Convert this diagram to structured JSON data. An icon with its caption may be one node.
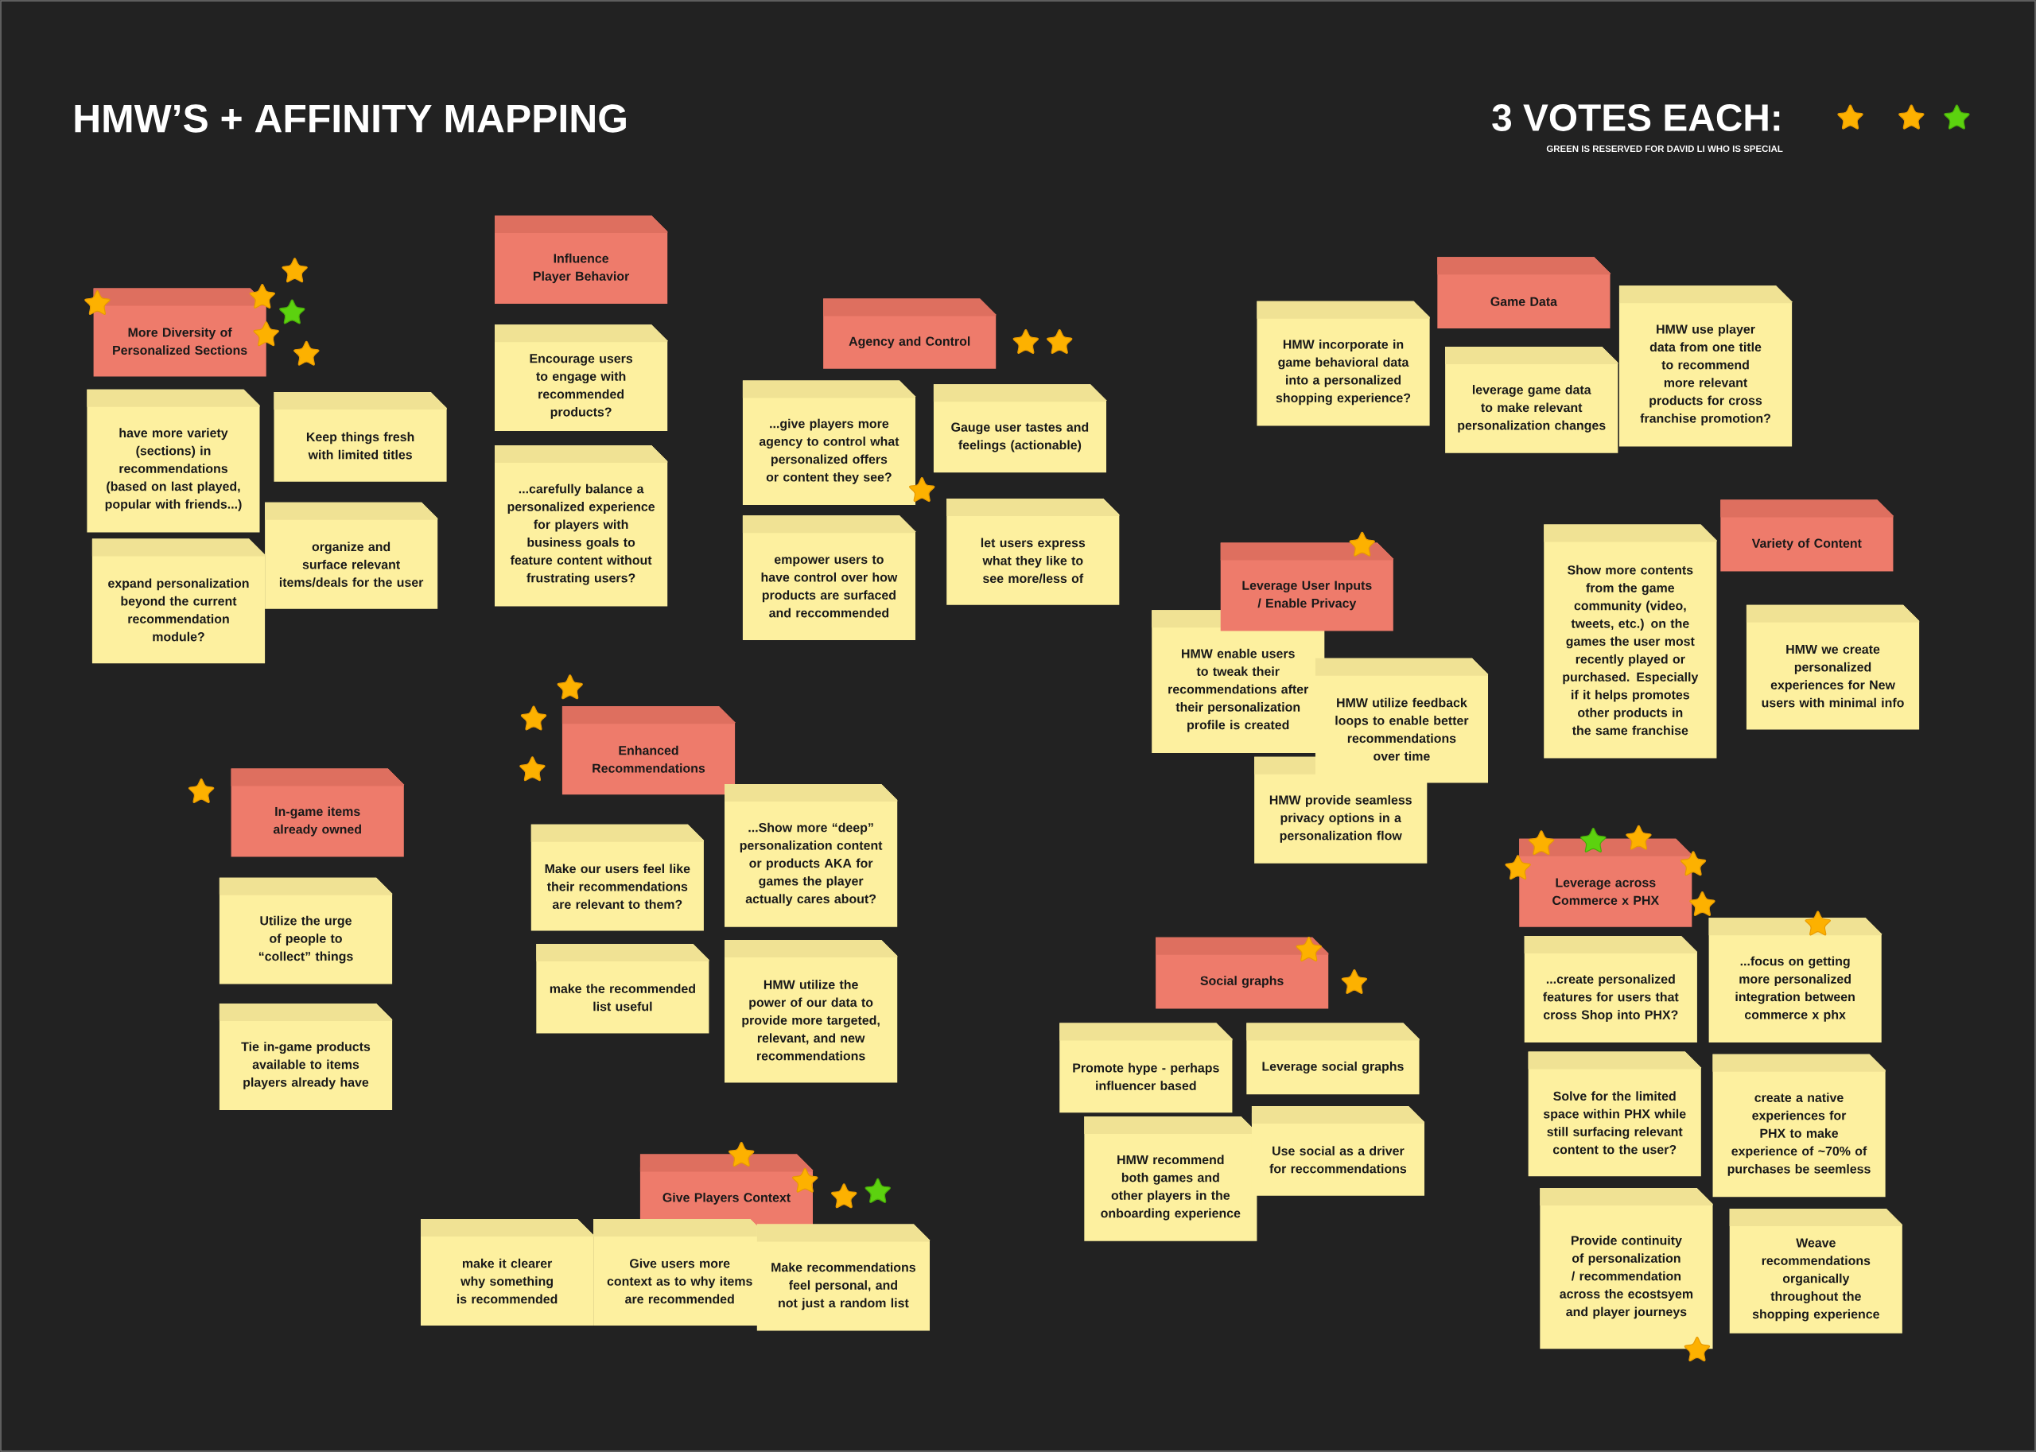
{
  "diagram": {
    "title": "HMW’S + AFFINITY MAPPING",
    "nodes": [
      {
        "text": [
          "More Diversity of Personalized Sections"
        ]
      },
      {
        "text": [
          "have more variety (sections) in recommendations (based on last played, popular with friends...)"
        ]
      },
      {
        "text": [
          "Keep things fresh with limited titles"
        ]
      },
      {
        "text": [
          "expand personalization beyond the current recommendation module?"
        ]
      },
      {
        "text": [
          "organize and surface relevant items/deals for the user"
        ]
      },
      {
        "text": [
          "Influence Player Behavior"
        ]
      },
      {
        "text": [
          "Encourage users to engage with recommended products?"
        ]
      },
      {
        "text": [
          "...carefully balance a personalized experience for players with business goals to feature content without frustrating users?"
        ]
      },
      {
        "text": [
          "Agency and Control"
        ]
      },
      {
        "text": [
          "...give players more agency to control what personalized offers or content they see?"
        ]
      },
      {
        "text": [
          "Gauge user tastes and feelings (actionable)"
        ]
      },
      {
        "text": [
          "empower users to have control over how products are surfaced and reccommended"
        ]
      },
      {
        "text": [
          "let users express what they like to see more/less of"
        ]
      },
      {
        "text": [
          "HMW incorporate in game behavioral data into a personalized shopping experience?"
        ]
      },
      {
        "text": [
          "Game Data"
        ]
      },
      {
        "text": [
          "leverage game data to make relevant personalization changes"
        ]
      },
      {
        "text": [
          "HMW use player data from one title to recommend more relevant products for cross franchise promotion?"
        ]
      },
      {
        "text": [
          "Leverage User Inputs / Enable Privacy"
        ]
      },
      {
        "text": [
          "HMW enable users to tweak their recommendations after their personalization profile is created"
        ]
      },
      {
        "text": [
          "HMW utilize feedback loops to enable better recommendations over time"
        ]
      },
      {
        "text": [
          "HMW provide seamless privacy options in a personalization flow"
        ]
      },
      {
        "text": [
          "Show more contents from the game community (video, tweets, etc.) on the games the user most recently played or purchased. Especially if it helps promotes other products in the same franchise"
        ]
      },
      {
        "text": [
          "Variety of Content"
        ]
      },
      {
        "text": [
          "HMW we create personalized experiences for New users with minimal info"
        ]
      },
      {
        "text": [
          "Enhanced Recommendations"
        ]
      },
      {
        "text": [
          "Make our users feel like their recommendations are relevant to them?"
        ]
      },
      {
        "text": [
          "...Show more “deep” personalization content or products AKA for games the player actually cares about?"
        ]
      },
      {
        "text": [
          "make the recommended list useful"
        ]
      },
      {
        "text": [
          "HMW utilize the power of our data to provide more targeted, relevant, and new recommendations"
        ]
      },
      {
        "text": [
          "In-game items already owned"
        ]
      },
      {
        "text": [
          "Utilize the urge of people to “collect” things"
        ]
      },
      {
        "text": [
          "Tie in-game products available to items players already have"
        ]
      },
      {
        "text": [
          "Social graphs"
        ]
      },
      {
        "text": [
          "Promote hype - perhaps influencer based"
        ]
      },
      {
        "text": [
          "Leverage social graphs"
        ]
      },
      {
        "text": [
          "HMW recommend both games and other players in the onboarding experience"
        ]
      },
      {
        "text": [
          "Use social as a driver for reccommendations"
        ]
      },
      {
        "text": [
          "Leverage across Commerce x PHX"
        ]
      },
      {
        "text": [
          "...create personalized features for users that cross Shop into PHX?"
        ]
      },
      {
        "text": [
          "...focus on getting more personalized integration between commerce x phx"
        ]
      },
      {
        "text": [
          "Solve for the limited space within PHX while still surfacing relevant content to the user?"
        ]
      },
      {
        "text": [
          "create a native experiences for PHX to make experience of ~70% of purchases be seemless"
        ]
      },
      {
        "text": [
          "Provide continuity of personalization / recommendation across the ecostsyem and player journeys"
        ]
      },
      {
        "text": [
          "Weave recommendations organically throughout the shopping experience"
        ]
      },
      {
        "text": [
          "Give Players Context"
        ]
      },
      {
        "text": [
          "make it clearer why something is recommended"
        ]
      },
      {
        "text": [
          "Give users more context as to why items are recommended"
        ]
      },
      {
        "text": [
          "Make recommendations feel personal, and not just a random list"
        ]
      }
    ],
    "labels": [
      "3 VOTES EACH:",
      "GREEN IS RESERVED FOR DAVID LI WHO IS SPECIAL"
    ]
  }
}
